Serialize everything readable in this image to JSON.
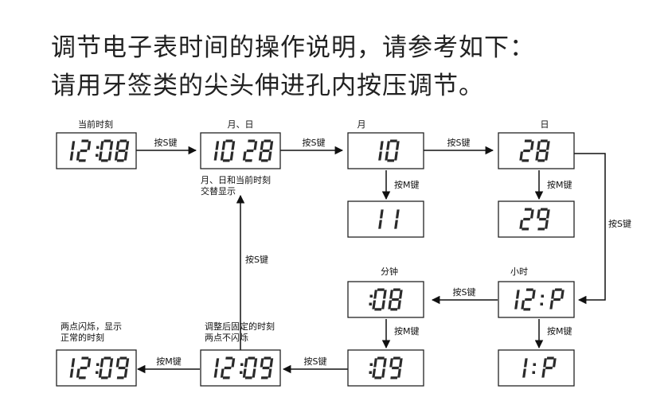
{
  "header": {
    "line1": "调节电子表时间的操作说明，请参考如下：",
    "line2": "请用牙签类的尖头伸进孔内按压调节。"
  },
  "displays": {
    "current_time": "12:08",
    "month_day": "10 28",
    "month": "10",
    "day": "28",
    "month_next": "11",
    "day_next": "29",
    "hour": "12: P",
    "hour_next": "1: P",
    "minute": ":08",
    "minute_next": ":09",
    "fixed_time": "12:09",
    "final_time": "12:09"
  },
  "labels": {
    "current_time": "当前时刻",
    "month_day": "月、日",
    "month": "月",
    "day": "日",
    "alternate": [
      "月、日和当前时刻",
      "交替显示"
    ],
    "minute": "分钟",
    "hour": "小时",
    "fixed": [
      "调整后固定的时刻",
      "两点不闪烁"
    ],
    "final": [
      "两点闪烁，显示",
      "正常的时刻"
    ]
  },
  "actions": {
    "press_s": "按S键",
    "press_m": "按M键"
  }
}
